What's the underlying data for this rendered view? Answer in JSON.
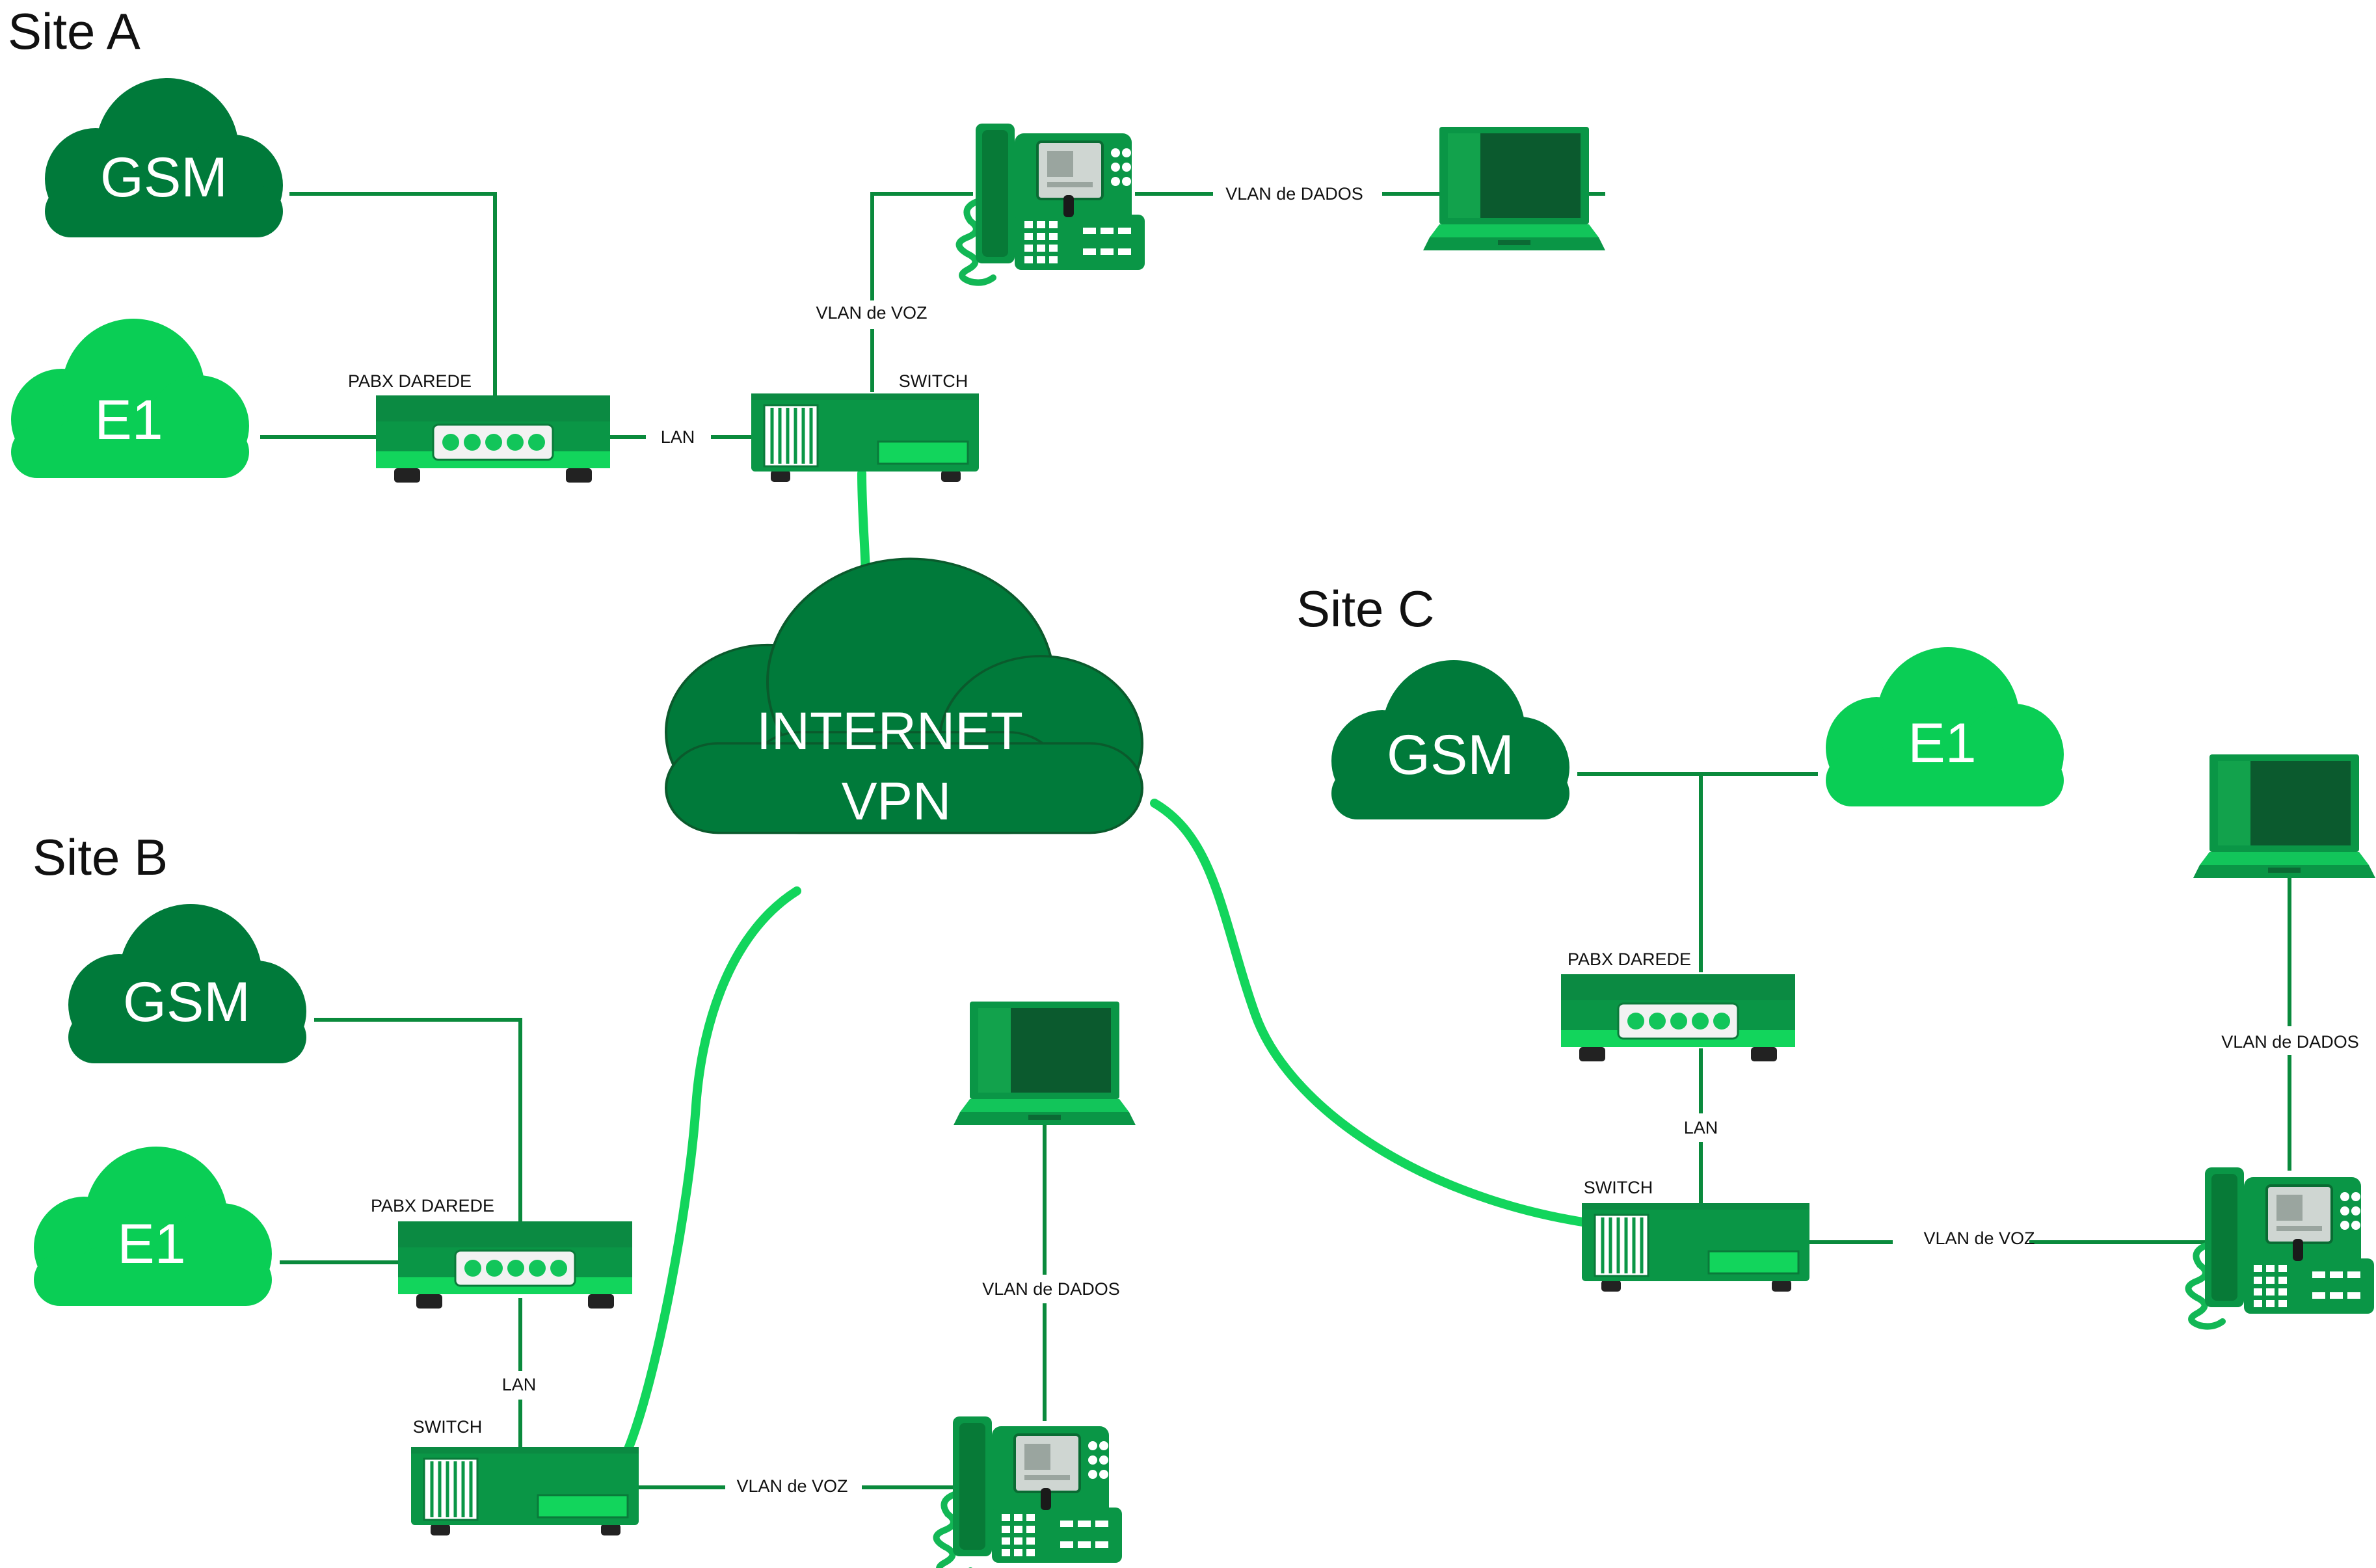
{
  "colors": {
    "dark_green": "#007a3a",
    "light_green": "#0ace55",
    "device_green": "#0a9646",
    "wire_green": "#0a8a3c"
  },
  "internet": {
    "line1": "INTERNET",
    "line2": "VPN"
  },
  "site_a": {
    "title": "Site A",
    "gsm": "GSM",
    "e1": "E1",
    "pabx": "PABX DAREDE",
    "switch": "SWITCH",
    "lan": "LAN",
    "vlan_voz": "VLAN de VOZ",
    "vlan_dados": "VLAN de DADOS"
  },
  "site_b": {
    "title": "Site B",
    "gsm": "GSM",
    "e1": "E1",
    "pabx": "PABX DAREDE",
    "switch": "SWITCH",
    "lan": "LAN",
    "vlan_voz": "VLAN de VOZ",
    "vlan_dados": "VLAN de DADOS"
  },
  "site_c": {
    "title": "Site C",
    "gsm": "GSM",
    "e1": "E1",
    "pabx": "PABX DAREDE",
    "switch": "SWITCH",
    "lan": "LAN",
    "vlan_voz": "VLAN de VOZ",
    "vlan_dados": "VLAN de DADOS"
  },
  "icons": [
    "cloud-icon",
    "pabx-icon",
    "switch-icon",
    "ip-phone-icon",
    "laptop-icon"
  ]
}
